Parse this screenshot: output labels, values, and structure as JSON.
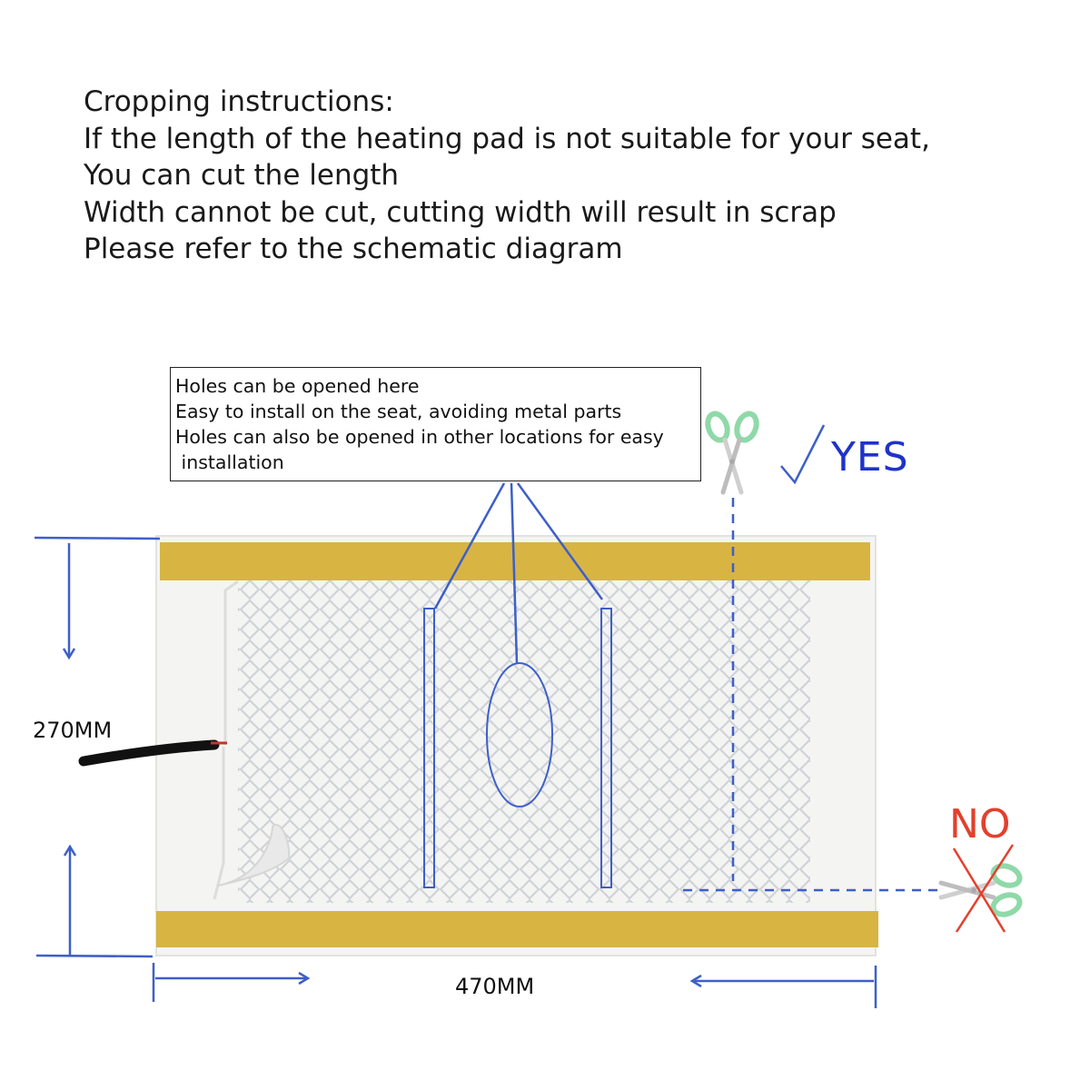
{
  "instructions": {
    "lines": [
      "Cropping instructions:",
      "If the length of the heating pad is not suitable for your seat,",
      "You can cut the length",
      "Width cannot be cut, cutting width will result in scrap",
      "Please refer to the schematic diagram"
    ]
  },
  "callout": {
    "lines": [
      "Holes can be opened here",
      "Easy to install on the seat, avoiding metal parts",
      "Holes can also be opened in other locations for easy",
      " installation"
    ]
  },
  "dimensions": {
    "height_label": "270MM",
    "width_label": "470MM"
  },
  "marks": {
    "yes_label": "YES",
    "no_label": "NO"
  },
  "colors": {
    "annotation_blue": "#3d5fc9",
    "tape_yellow": "#d8b443",
    "pad_white": "#f4f4f2",
    "mesh_gray": "#c9cdd3",
    "scissor_green": "#8fd9a8",
    "no_red": "#e3402d",
    "yes_blue": "#1f33c9"
  },
  "icons": {
    "top_scissors": "scissors-icon",
    "right_scissors": "scissors-icon",
    "checkmark": "checkmark-icon",
    "cross": "cross-icon"
  }
}
